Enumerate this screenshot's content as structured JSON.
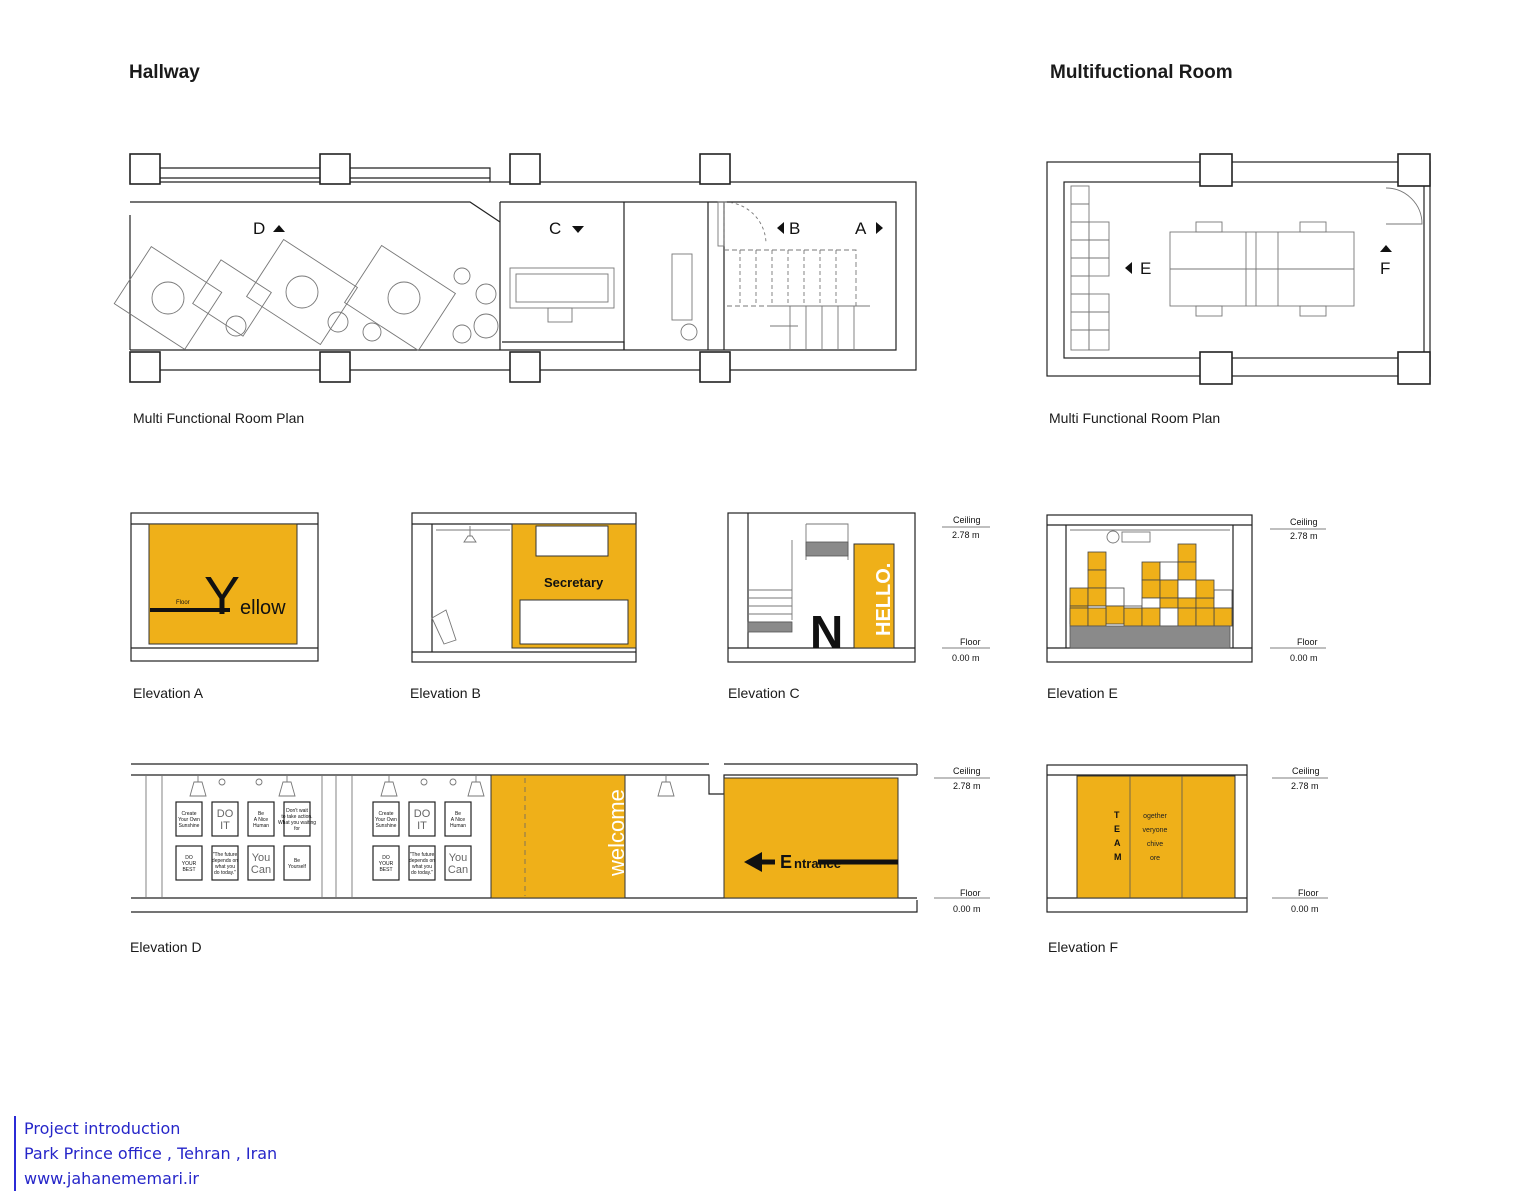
{
  "headings": {
    "hallway": "Hallway",
    "multifunctional_room": "Multifuctional Room"
  },
  "captions": {
    "hallway_plan": "Multi Functional Room Plan",
    "room_plan": "Multi Functional Room Plan",
    "elev_a": "Elevation  A",
    "elev_b": "Elevation  B",
    "elev_c": "Elevation  C",
    "elev_d": "Elevation  D",
    "elev_e": "Elevation  E",
    "elev_f": "Elevation  F"
  },
  "plan_markers": {
    "a": "A",
    "b": "B",
    "c": "C",
    "d": "D",
    "e": "E",
    "f": "F"
  },
  "levels": {
    "ceiling_label": "Ceiling",
    "ceiling_value": "2.78 m",
    "floor_label": "Floor",
    "floor_value": "0.00 m"
  },
  "wall_graphics": {
    "yellow_big": "Y",
    "yellow_rest": "ellow",
    "floor_small": "Floor",
    "secretary": "Secretary",
    "hello": "HELLO.",
    "n_letter": "N",
    "welcome": "welcome",
    "entrance_big": "E",
    "entrance_rest": "ntrance",
    "team_letters": [
      "T",
      "E",
      "A",
      "M"
    ],
    "team_words": [
      "ogether",
      "veryone",
      "chive",
      "ore"
    ]
  },
  "posters": {
    "create": [
      "Create",
      "Your Own",
      "Sunshine"
    ],
    "do_it": [
      "DO",
      "IT"
    ],
    "be_nice": [
      "Be",
      "A Nice",
      "Human"
    ],
    "dont_wait": [
      "Don't wait",
      "to take action.",
      "What you waiting",
      "for"
    ],
    "do_best": [
      "DO",
      "YOUR",
      "BEST"
    ],
    "future": [
      "\"The future",
      "depends on",
      "what you",
      "do today.\""
    ],
    "you_can": [
      "You",
      "Can"
    ],
    "be_yourself": [
      "Be",
      "Yourself"
    ]
  },
  "footer": {
    "line1": "Project introduction",
    "line2": "Park Prince office , Tehran , Iran",
    "line3": "www.jahanememari.ir"
  },
  "colors": {
    "accent_yellow": "#efb019",
    "line": "#222222",
    "light_line": "#777777",
    "footer_blue": "#2626c9"
  }
}
